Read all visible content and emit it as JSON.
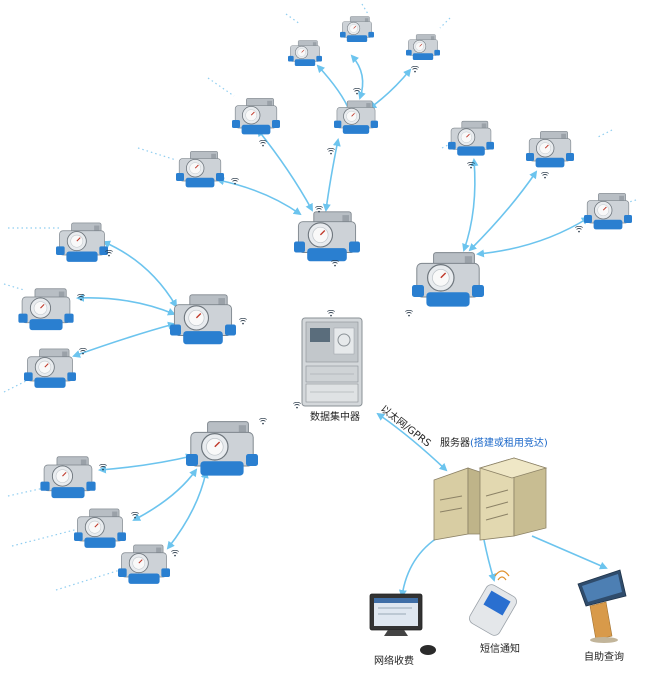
{
  "labels": {
    "concentrator": "数据集中器",
    "link": "以太网/GPRS",
    "server_prefix": "服务器",
    "server_suffix": "(搭建或租用竞达)",
    "web_billing": "网络收费",
    "sms_notice": "短信通知",
    "self_query": "自助查询"
  },
  "colors": {
    "link_arrow": "#6cc4ee",
    "meter_blue": "#2a7fd0",
    "meter_gray": "#c9ced3",
    "label_accent": "#1a67c9"
  },
  "icons": [
    "water-meter-icon",
    "concentrator-icon",
    "server-icon",
    "computer-icon",
    "phone-icon",
    "kiosk-icon",
    "wireless-signal-icon"
  ]
}
